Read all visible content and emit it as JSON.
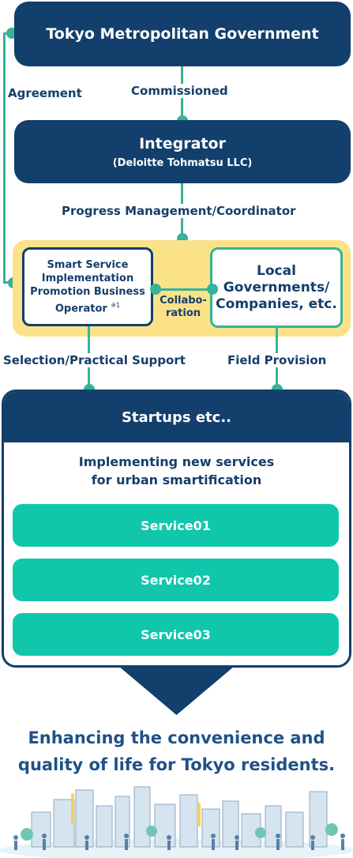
{
  "government": {
    "title": "Tokyo Metropolitan Government"
  },
  "links": {
    "agreement": "Agreement",
    "commissioned": "Commissioned",
    "progress": "Progress Management/Coordinator",
    "collaboration_line1": "Collabo-",
    "collaboration_line2": "ration",
    "selection": "Selection/Practical Support",
    "field": "Field Provision"
  },
  "integrator": {
    "title": "Integrator",
    "subtitle": "(Deloitte Tohmatsu LLC)"
  },
  "operator": {
    "lines": [
      "Smart Service",
      "Implementation",
      "Promotion Business",
      "Operator"
    ],
    "note": "※1"
  },
  "local": {
    "lines": [
      "Local",
      "Governments/",
      "Companies, etc."
    ]
  },
  "startups": {
    "title": "Startups etc..",
    "description_line1": "Implementing new services",
    "description_line2": "for urban smartification",
    "services": [
      "Service01",
      "Service02",
      "Service03"
    ]
  },
  "outcome": {
    "line1": "Enhancing the convenience and",
    "line2": "quality of life for Tokyo residents."
  },
  "colors": {
    "navy": "#123f6c",
    "teal": "#10c7ac",
    "connector": "#36b39a",
    "highlight": "#fbe289"
  },
  "illustration": {
    "icon": "city-skyline-people-illustration"
  }
}
